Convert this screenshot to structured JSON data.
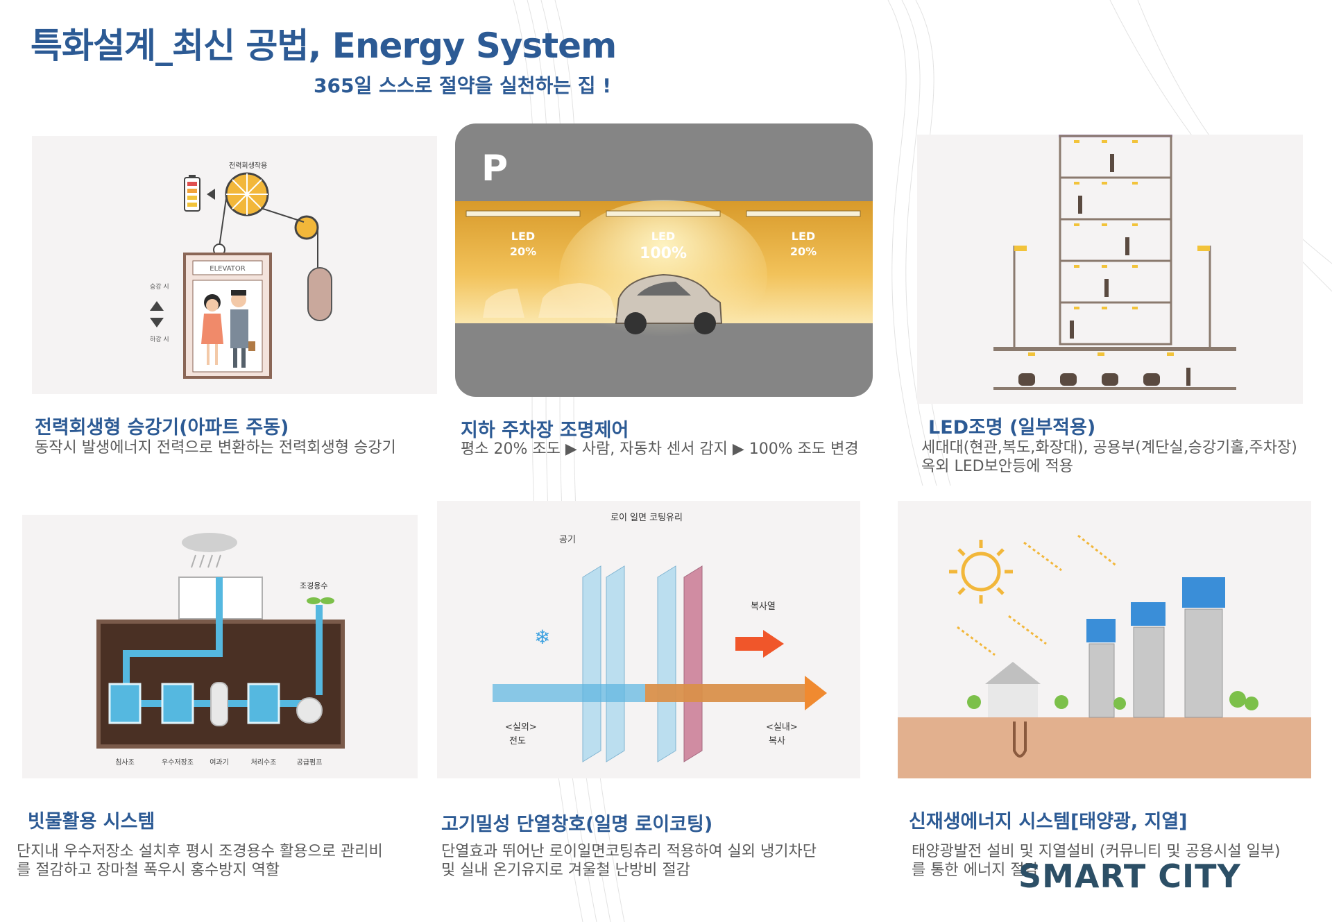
{
  "header": {
    "title": "특화설계_최신 공법, Energy System",
    "subtitle": "365일 스스로 절약을 실천하는 집 !"
  },
  "cards": [
    {
      "title": "전력회생형 승강기(아파트 주동)",
      "description": "동작시 발생에너지 전력으로 변환하는 전력회생형 승강기",
      "illustration": {
        "top_label": "전력회생작용",
        "elevator_label": "ELEVATOR",
        "up_label": "승강 시",
        "down_label": "하강 시"
      }
    },
    {
      "title": "지하 주차장 조명제어",
      "description": "평소 20% 조도 ▶ 사람, 자동차 센서 감지 ▶ 100% 조도 변경",
      "illustration": {
        "parking_symbol": "P",
        "led_left": "LED",
        "led_left_pct": "20%",
        "led_center": "LED",
        "led_center_pct": "100%",
        "led_right": "LED",
        "led_right_pct": "20%"
      }
    },
    {
      "title": "LED조명 (일부적용)",
      "description_lines": [
        "세대대(현관,복도,화장대), 공용부(계단실,승강기홀,주차장)",
        "옥외 LED보안등에 적용"
      ]
    },
    {
      "title": "빗물활용 시스템",
      "description_lines": [
        "단지내 우수저장소 설치후 평시 조경용수 활용으로 관리비",
        "를 절감하고 장마철 폭우시 홍수방지 역할"
      ],
      "illustration": {
        "landscape_label": "조경용수",
        "stages": [
          "침사조",
          "우수저장조",
          "여과기",
          "처리수조",
          "공급펌프"
        ]
      }
    },
    {
      "title": "고기밀성 단열창호(일명 로이코팅)",
      "description_lines": [
        "단열효과 뛰어난 로이일면코팅츄리 적용하여 실외 냉기차단",
        "및 실내 온기유지로 겨울철 난방비 절감"
      ],
      "illustration": {
        "coating_label": "로이 일면 코팅유리",
        "air_label": "공기",
        "radiant_label": "복사열",
        "outside_label_1": "<실외>",
        "outside_label_2": "전도",
        "inside_label_1": "<실내>",
        "inside_label_2": "복사"
      }
    },
    {
      "title": "신재생에너지 시스템[태양광, 지열]",
      "description_lines": [
        "태양광발전 설비 및 지열설비 (커뮤니티 및 공용시설 일부)",
        "를 통한 에너지 절감"
      ]
    }
  ],
  "footer": {
    "brand": "SMART CITY"
  },
  "colors": {
    "title_blue": "#2c5a94",
    "desc_gray": "#5b5b5b",
    "brand_teal": "#2c4f66",
    "led_gold": "#f2b73a",
    "water_blue": "#55b8e0",
    "soil_brown": "#4a3024"
  }
}
